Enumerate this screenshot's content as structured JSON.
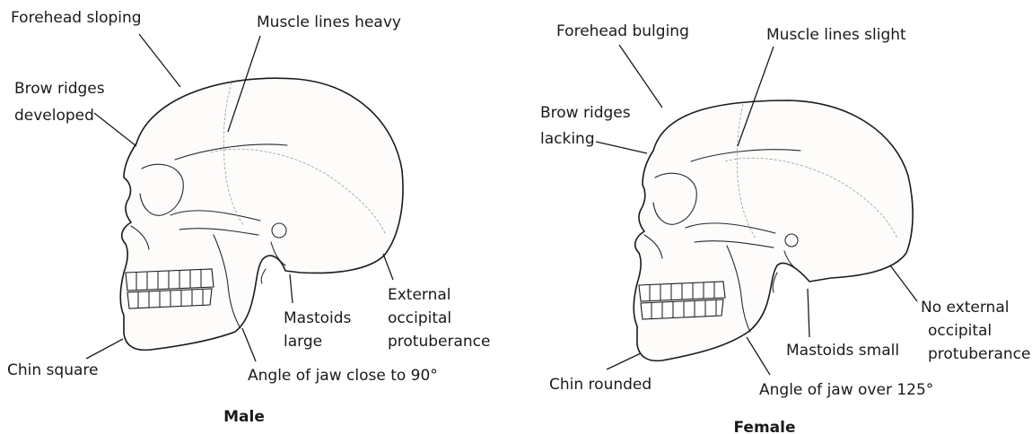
{
  "male": {
    "title": "Male",
    "labels": {
      "forehead": "Forehead sloping",
      "muscle": "Muscle lines heavy",
      "brow_1": "Brow ridges",
      "brow_2": "developed",
      "mastoids_1": "Mastoids",
      "mastoids_2": "large",
      "occipital_1": "External",
      "occipital_2": "occipital",
      "occipital_3": "protuberance",
      "chin": "Chin square",
      "jaw": "Angle of jaw close to 90°"
    }
  },
  "female": {
    "title": "Female",
    "labels": {
      "forehead": "Forehead bulging",
      "muscle": "Muscle lines slight",
      "brow_1": "Brow ridges",
      "brow_2": "lacking",
      "mastoids": "Mastoids small",
      "occipital_1": "No external",
      "occipital_2": "occipital",
      "occipital_3": "protuberance",
      "chin": "Chin rounded",
      "jaw": "Angle of jaw over 125°"
    }
  }
}
